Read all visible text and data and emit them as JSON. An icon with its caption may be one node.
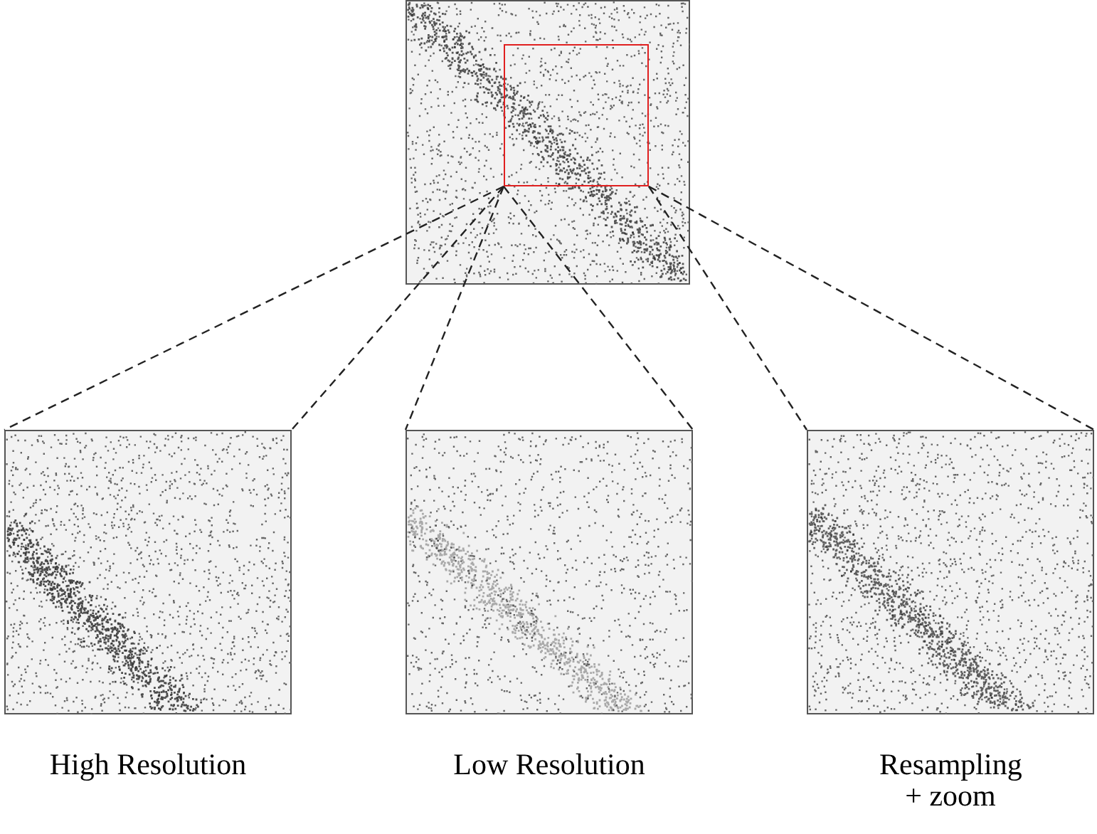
{
  "diagram": {
    "nodes": [
      {
        "text": [],
        "shape": "picture"
      },
      {
        "text": [],
        "shape": "box",
        "in": 0
      },
      {
        "text": [],
        "shape": "picture",
        "beside": [
          "High Resolution"
        ]
      },
      {
        "text": [],
        "shape": "picture",
        "beside": [
          "Low Resolution"
        ]
      },
      {
        "text": [],
        "shape": "picture",
        "beside": [
          "Resampling + zoom"
        ]
      }
    ],
    "edges": [
      {
        "from": 1,
        "to": 2,
        "arrow": "none",
        "style": "dashed"
      },
      {
        "from": 1,
        "to": 2,
        "arrow": "none",
        "style": "dashed"
      },
      {
        "from": 1,
        "to": 3,
        "arrow": "none",
        "style": "dashed"
      },
      {
        "from": 1,
        "to": 3,
        "arrow": "none",
        "style": "dashed"
      },
      {
        "from": 1,
        "to": 4,
        "arrow": "none",
        "style": "dashed"
      },
      {
        "from": 1,
        "to": 4,
        "arrow": "none",
        "style": "dashed"
      }
    ]
  }
}
